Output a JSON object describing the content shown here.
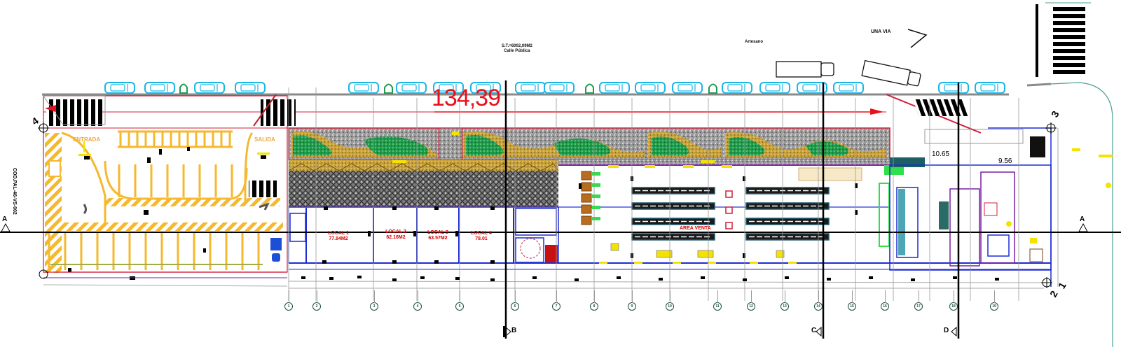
{
  "drawing": {
    "type": "architectural floor plan",
    "street_info": {
      "line1": "S.T.=6002,09M2",
      "line2": "Calle Pública"
    },
    "top_right_label": "Artesano",
    "one_way_label": "UNA VIA",
    "main_dimension": "134,39",
    "side_label": "COD.PAL-46-VS-002",
    "parking": {
      "entrance_label": "ENTRADA",
      "exit_label": "SALIDA"
    },
    "locals": [
      {
        "name": "LOCAL 1",
        "area": "77.84M2"
      },
      {
        "name": "LOCAL 2",
        "area": "62.16M2"
      },
      {
        "name": "LOCAL 3",
        "area": "63.57M2"
      },
      {
        "name": "LOCAL 4",
        "area": "78.01"
      }
    ],
    "sales_area_label": "AREA VENTA",
    "dimensions": {
      "d1": "10.65",
      "d2": "9.56"
    },
    "section_marks": {
      "a_left": "A",
      "a_right": "A",
      "b": "B",
      "c": "C",
      "d": "D",
      "axis_4": "4",
      "axis_3": "3",
      "axis_1": "1",
      "axis_2": "2"
    },
    "grid_axes": [
      "1",
      "2",
      "3",
      "4",
      "5",
      "6",
      "7",
      "8",
      "9",
      "10",
      "11",
      "12",
      "13",
      "14",
      "15",
      "16",
      "17",
      "18",
      "19"
    ]
  },
  "colors": {
    "red_line": "#e8101a",
    "parking_yellow": "#f5b82e",
    "car_cyan": "#19b6e6",
    "garden_green": "#1f9d4c",
    "gravel_gold": "#c9a23a",
    "wall_blue": "#1d2bd6",
    "wall_purple": "#7a1fa2"
  }
}
